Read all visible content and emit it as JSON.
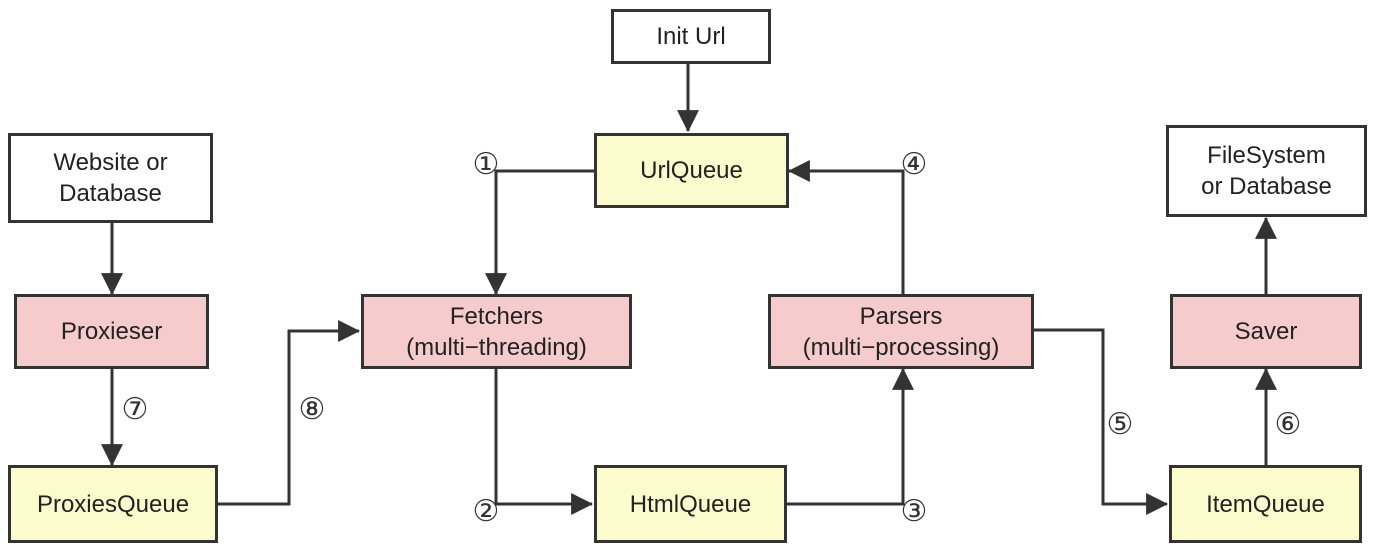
{
  "nodes": {
    "init_url": {
      "lines": [
        "Init Url"
      ]
    },
    "url_queue": {
      "lines": [
        "UrlQueue"
      ]
    },
    "website_db": {
      "lines": [
        "Website or",
        "Database"
      ]
    },
    "proxieser": {
      "lines": [
        "Proxieser"
      ]
    },
    "proxies_queue": {
      "lines": [
        "ProxiesQueue"
      ]
    },
    "fetchers": {
      "lines": [
        "Fetchers",
        "(multi−threading)"
      ]
    },
    "html_queue": {
      "lines": [
        "HtmlQueue"
      ]
    },
    "parsers": {
      "lines": [
        "Parsers",
        "(multi−processing)"
      ]
    },
    "saver": {
      "lines": [
        "Saver"
      ]
    },
    "item_queue": {
      "lines": [
        "ItemQueue"
      ]
    },
    "filesystem_db": {
      "lines": [
        "FileSystem",
        "or Database"
      ]
    }
  },
  "steps": {
    "s1": "①",
    "s2": "②",
    "s3": "③",
    "s4": "④",
    "s5": "⑤",
    "s6": "⑥",
    "s7": "⑦",
    "s8": "⑧"
  },
  "colors": {
    "queue_fill": "#fbfbcd",
    "worker_fill": "#f5cbcc",
    "store_fill": "#ffffff",
    "line": "#333333"
  }
}
